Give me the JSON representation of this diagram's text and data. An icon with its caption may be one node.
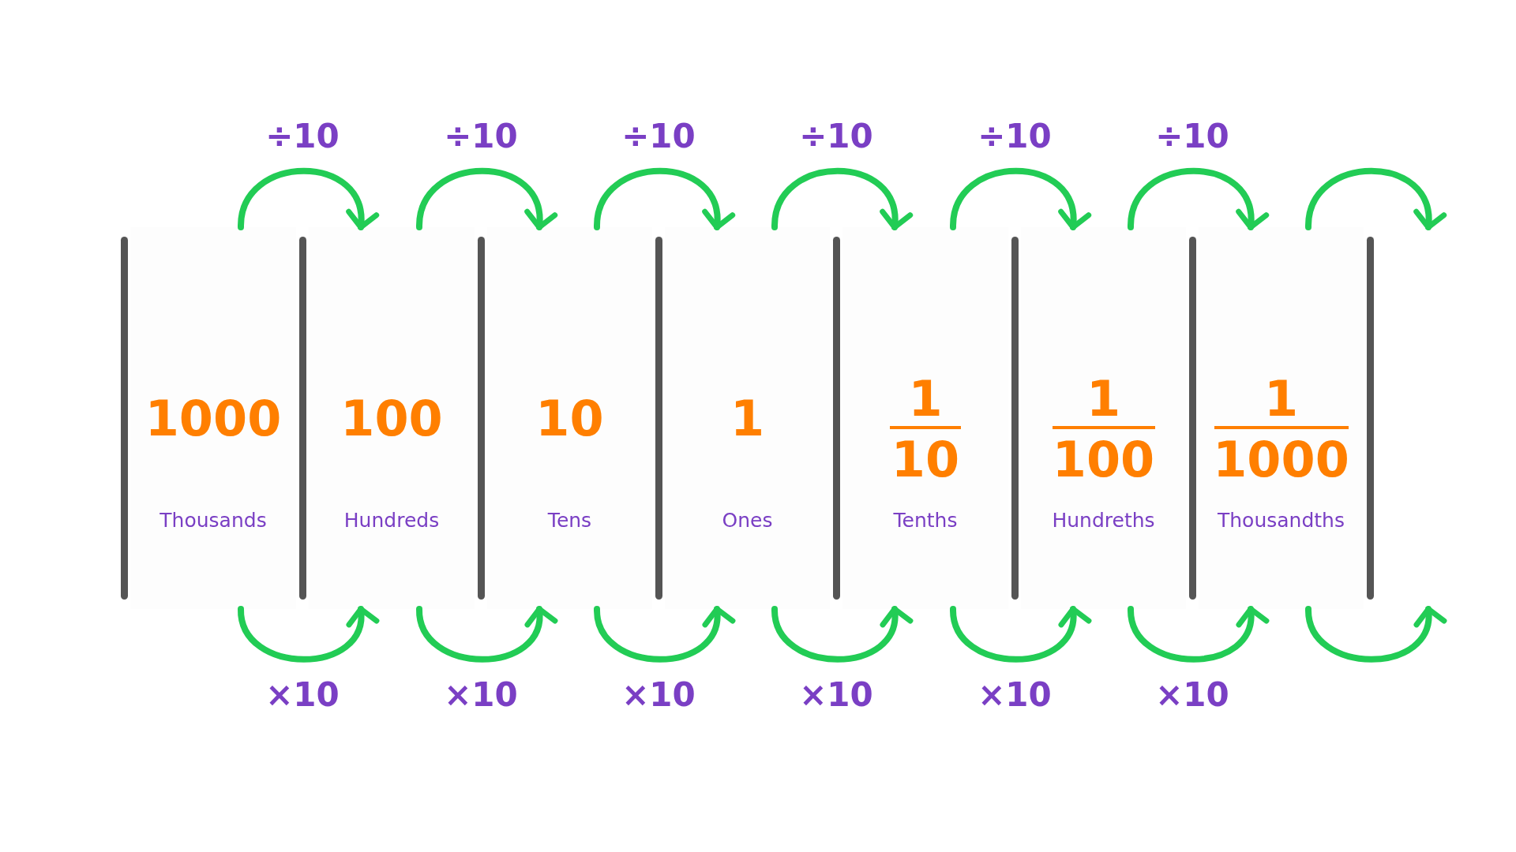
{
  "diagram": {
    "nodes": [
      {
        "text": [
          "1000",
          "Thousands"
        ]
      },
      {
        "text": [
          "100",
          "Hundreds"
        ]
      },
      {
        "text": [
          "10",
          "Tens"
        ]
      },
      {
        "text": [
          "1",
          "Ones"
        ]
      },
      {
        "text": [
          "1",
          "10",
          "Tenths"
        ]
      },
      {
        "text": [
          "1",
          "100",
          "Hundreths"
        ]
      },
      {
        "text": [
          "1",
          "1000",
          "Thousandths"
        ]
      }
    ],
    "edges": [
      {
        "from": 0,
        "to": 1,
        "arrow": "to",
        "label": "÷10"
      },
      {
        "from": 1,
        "to": 2,
        "arrow": "to",
        "label": "÷10"
      },
      {
        "from": 2,
        "to": 3,
        "arrow": "to",
        "label": "÷10"
      },
      {
        "from": 3,
        "to": 4,
        "arrow": "to",
        "label": "÷10"
      },
      {
        "from": 4,
        "to": 5,
        "arrow": "to",
        "label": "÷10"
      },
      {
        "from": 5,
        "to": 6,
        "arrow": "to",
        "label": "÷10"
      },
      {
        "from": 6,
        "to": null,
        "arrow": "to"
      },
      {
        "from": 0,
        "to": 1,
        "arrow": "to",
        "label": "×10"
      },
      {
        "from": 1,
        "to": 2,
        "arrow": "to",
        "label": "×10"
      },
      {
        "from": 2,
        "to": 3,
        "arrow": "to",
        "label": "×10"
      },
      {
        "from": 3,
        "to": 4,
        "arrow": "to",
        "label": "×10"
      },
      {
        "from": 4,
        "to": 5,
        "arrow": "to",
        "label": "×10"
      },
      {
        "from": 5,
        "to": 6,
        "arrow": "to",
        "label": "×10"
      },
      {
        "from": 6,
        "to": null,
        "arrow": "to"
      }
    ]
  }
}
